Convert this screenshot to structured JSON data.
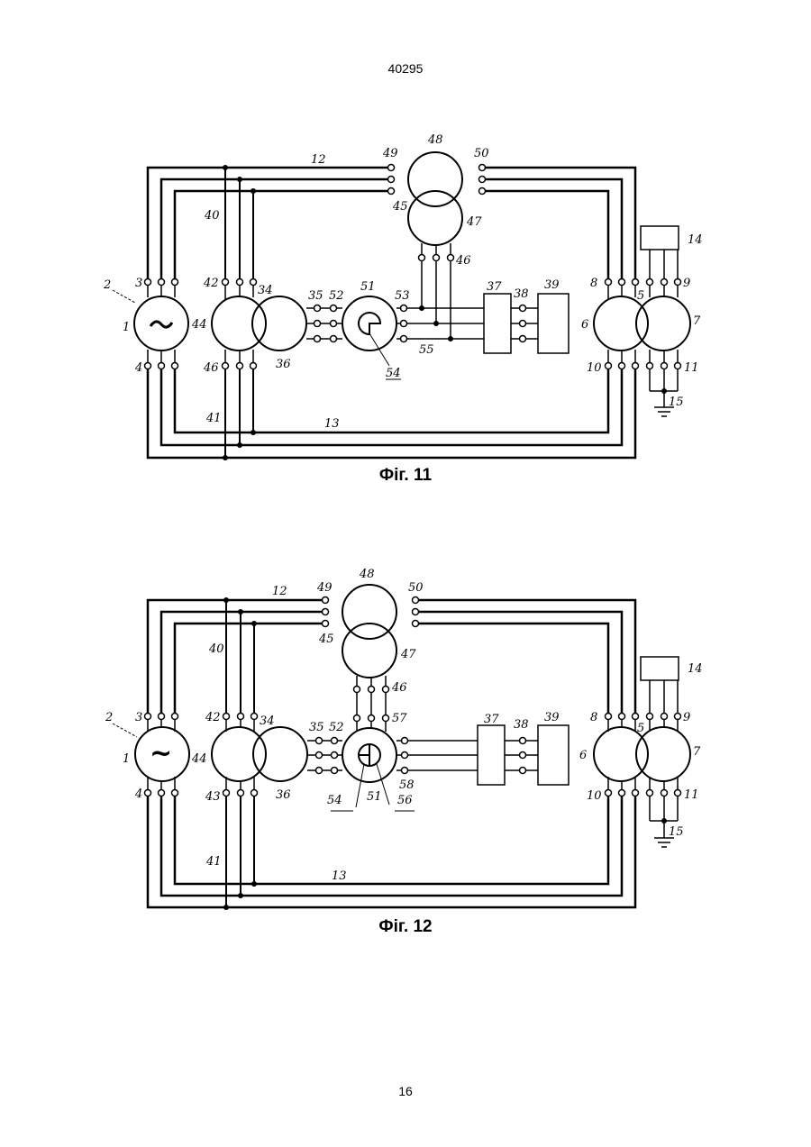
{
  "header": {
    "doc_number": "40295"
  },
  "footer": {
    "page_number": "16"
  },
  "figures": [
    {
      "caption": "Фіг. 11",
      "labels": {
        "l1": "1",
        "l2": "2",
        "l3": "3",
        "l4": "4",
        "l5": "5",
        "l6": "6",
        "l7": "7",
        "l8": "8",
        "l9": "9",
        "l10": "10",
        "l11": "11",
        "l12": "12",
        "l13": "13",
        "l14": "14",
        "l15": "15",
        "l34": "34",
        "l35": "35",
        "l36": "36",
        "l37": "37",
        "l38": "38",
        "l39": "39",
        "l40": "40",
        "l41": "41",
        "l42": "42",
        "l44": "44",
        "l45": "45",
        "l46a": "46",
        "l46b": "46",
        "l47": "47",
        "l48": "48",
        "l49": "49",
        "l50": "50",
        "l51": "51",
        "l52": "52",
        "l53": "53",
        "l54": "54",
        "l55": "55"
      }
    },
    {
      "caption": "Фіг. 12",
      "labels": {
        "l1": "1",
        "l2": "2",
        "l3": "3",
        "l4": "4",
        "l5": "5",
        "l6": "6",
        "l7": "7",
        "l8": "8",
        "l9": "9",
        "l10": "10",
        "l11": "11",
        "l12": "12",
        "l13": "13",
        "l14": "14",
        "l15": "15",
        "l34": "34",
        "l35": "35",
        "l36": "36",
        "l37": "37",
        "l38": "38",
        "l39": "39",
        "l40": "40",
        "l41": "41",
        "l42": "42",
        "l43": "43",
        "l44": "44",
        "l45": "45",
        "l46": "46",
        "l47": "47",
        "l48": "48",
        "l49": "49",
        "l50": "50",
        "l51": "51",
        "l52": "52",
        "l54": "54",
        "l56": "56",
        "l57": "57",
        "l58": "58",
        "tilde": "~"
      }
    }
  ]
}
